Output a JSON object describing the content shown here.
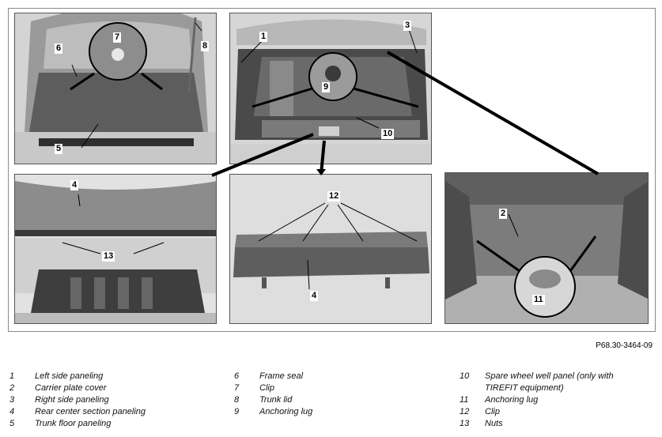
{
  "figure_ref": "P68.30-3464-09",
  "callouts": {
    "n1": "1",
    "n2": "2",
    "n3": "3",
    "n4a": "4",
    "n4b": "4",
    "n5": "5",
    "n6": "6",
    "n7": "7",
    "n8": "8",
    "n9": "9",
    "n10": "10",
    "n11": "11",
    "n12": "12",
    "n13": "13"
  },
  "legend": {
    "col1": [
      {
        "num": "1",
        "label": "Left side paneling"
      },
      {
        "num": "2",
        "label": "Carrier plate cover"
      },
      {
        "num": "3",
        "label": "Right side paneling"
      },
      {
        "num": "4",
        "label": "Rear center section paneling"
      },
      {
        "num": "5",
        "label": "Trunk floor paneling"
      }
    ],
    "col2": [
      {
        "num": "6",
        "label": "Frame seal"
      },
      {
        "num": "7",
        "label": "Clip"
      },
      {
        "num": "8",
        "label": "Trunk lid"
      },
      {
        "num": "9",
        "label": "Anchoring lug"
      }
    ],
    "col3": [
      {
        "num": "10",
        "label": "Spare wheel well panel (only with",
        "label2": "TIREFIT equipment)"
      },
      {
        "num": "11",
        "label": "Anchoring lug"
      },
      {
        "num": "12",
        "label": "Clip"
      },
      {
        "num": "13",
        "label": "Nuts"
      }
    ]
  }
}
